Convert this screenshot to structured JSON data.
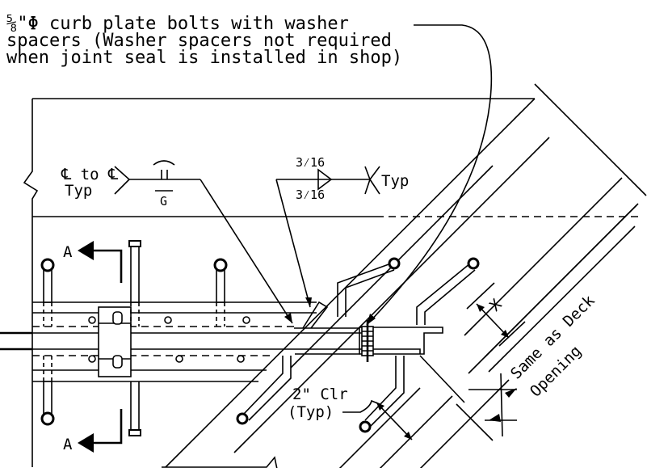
{
  "note": {
    "line1": "⅝\"Φ curb plate bolts with washer",
    "line2": "spacers (Washer spacers not required",
    "line3": "when joint seal is installed in shop)"
  },
  "weld_left": {
    "symbol": "℄ to ℄",
    "typ": "Typ",
    "g": "G"
  },
  "weld_right": {
    "size_top": "3⁄16",
    "size_bottom": "3⁄16",
    "typ": "Typ"
  },
  "section_marks": {
    "top": "A",
    "bottom": "A"
  },
  "dimensions": {
    "x_label": "X",
    "deck_line1": "Same as Deck",
    "deck_line2": "Opening",
    "clr_line1": "2\" Clr",
    "clr_line2": "(Typ)"
  }
}
